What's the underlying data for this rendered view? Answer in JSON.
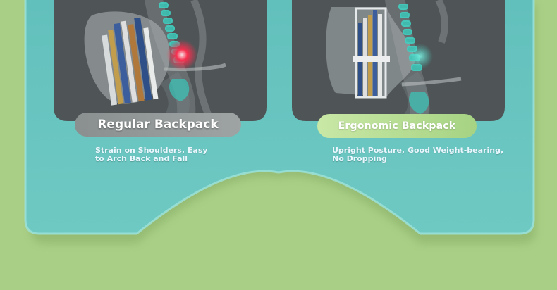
{
  "colors": {
    "background": "#a9cf86",
    "card": "#6cc5c1",
    "panel": "#4f5557",
    "regular_pill": "#969b9b",
    "ergonomic_pill": "#b9df95",
    "spine": "#42d6c7",
    "pain": "#ff2e4e"
  },
  "regular": {
    "label": "Regular Backpack",
    "description": "Strain on Shoulders, Easy\n to Arch Back and Fall"
  },
  "ergonomic": {
    "label": "Ergonomic Backpack",
    "description": "Upright Posture, Good Weight-bearing,\n No Dropping"
  }
}
